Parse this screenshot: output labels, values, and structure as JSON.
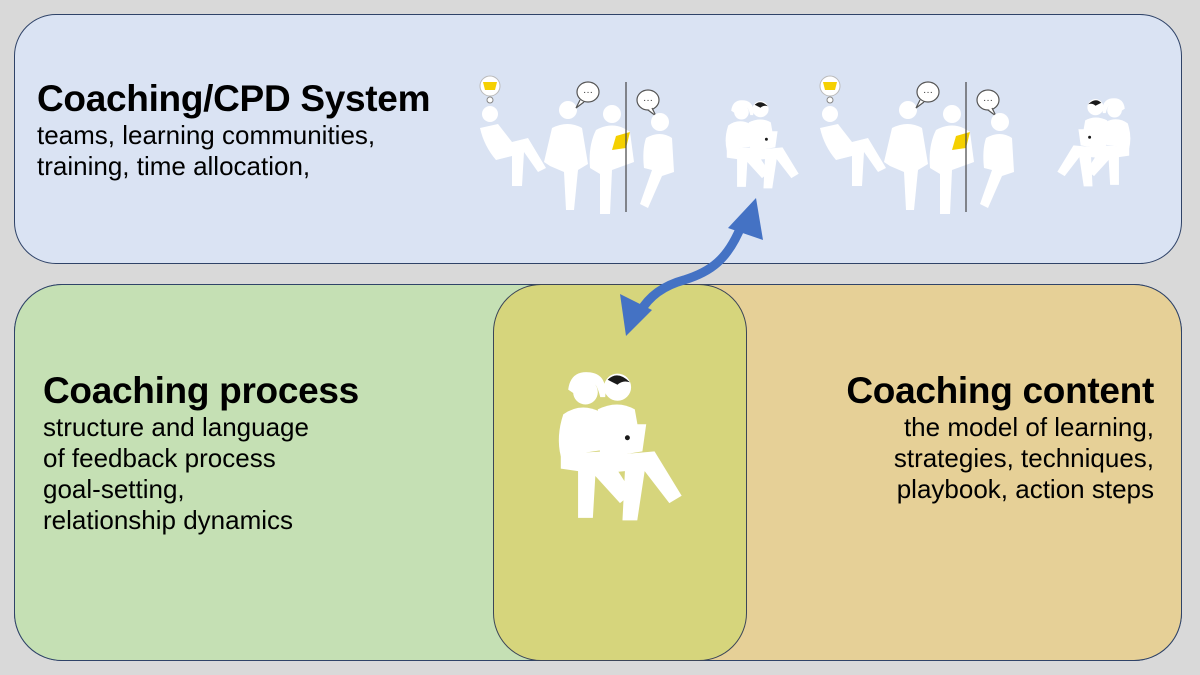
{
  "system": {
    "title": "Coaching/CPD System",
    "lines": [
      "teams, learning communities,",
      "training, time allocation,"
    ]
  },
  "process": {
    "title": "Coaching process",
    "lines": [
      "structure and language",
      "of feedback process",
      "goal-setting,",
      "relationship dynamics"
    ]
  },
  "content": {
    "title": "Coaching content",
    "lines": [
      "the model of learning,",
      "strategies, techniques,",
      "playbook, action steps"
    ]
  },
  "icons": {
    "top_groups": [
      "group-discussion-illustration",
      "pair-laptop-illustration",
      "group-discussion-illustration",
      "pair-laptop-illustration"
    ],
    "center": "pair-laptop-illustration",
    "connector": "double-headed-curved-arrow"
  },
  "colors": {
    "background": "#d9d9d9",
    "system_box": "#dae3f3",
    "process_box": "#c5e0b4",
    "content_box": "#e6d097",
    "overlap_box": "#d6d57c",
    "border": "#2f4368",
    "arrow": "#4472c4",
    "accent_yellow": "#f5d000"
  }
}
